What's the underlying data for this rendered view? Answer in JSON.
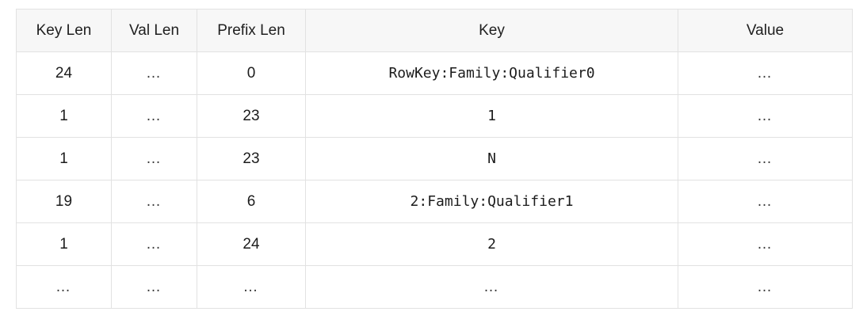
{
  "table": {
    "name": "hbase-keyvalue-prefix-encoding-table",
    "columns": [
      {
        "id": "key_len",
        "label": "Key Len"
      },
      {
        "id": "val_len",
        "label": "Val Len"
      },
      {
        "id": "prefix_len",
        "label": "Prefix Len"
      },
      {
        "id": "key",
        "label": "Key"
      },
      {
        "id": "value",
        "label": "Value"
      }
    ],
    "rows": [
      {
        "key_len": "24",
        "val_len": "…",
        "prefix_len": "0",
        "key": "RowKey:Family:Qualifier0",
        "value": "…"
      },
      {
        "key_len": "1",
        "val_len": "…",
        "prefix_len": "23",
        "key": "1",
        "value": "…"
      },
      {
        "key_len": "1",
        "val_len": "…",
        "prefix_len": "23",
        "key": "N",
        "value": "…"
      },
      {
        "key_len": "19",
        "val_len": "…",
        "prefix_len": "6",
        "key": "2:Family:Qualifier1",
        "value": "…"
      },
      {
        "key_len": "1",
        "val_len": "…",
        "prefix_len": "24",
        "key": "2",
        "value": "…"
      },
      {
        "key_len": "…",
        "val_len": "…",
        "prefix_len": "…",
        "key": "…",
        "value": "…"
      }
    ]
  },
  "style": {
    "header_background": "#f7f7f7",
    "border_color": "#e2e2e2",
    "text_color": "#1c1c1c",
    "page_background": "#ffffff"
  }
}
